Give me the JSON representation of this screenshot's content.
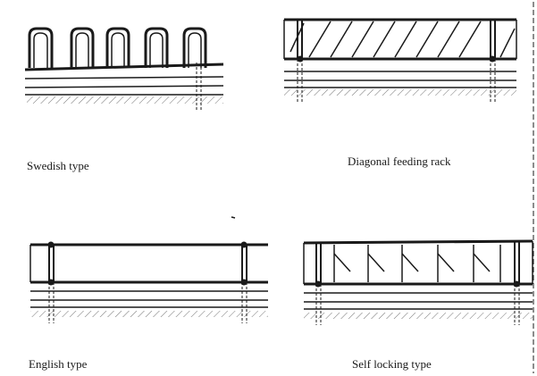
{
  "captions": {
    "swedish": "Swedish type",
    "diagonal": "Diagonal feeding rack",
    "english": "English type",
    "self_locking": "Self locking type"
  },
  "colors": {
    "ink": "#1a1a1a",
    "paper": "#ffffff"
  }
}
